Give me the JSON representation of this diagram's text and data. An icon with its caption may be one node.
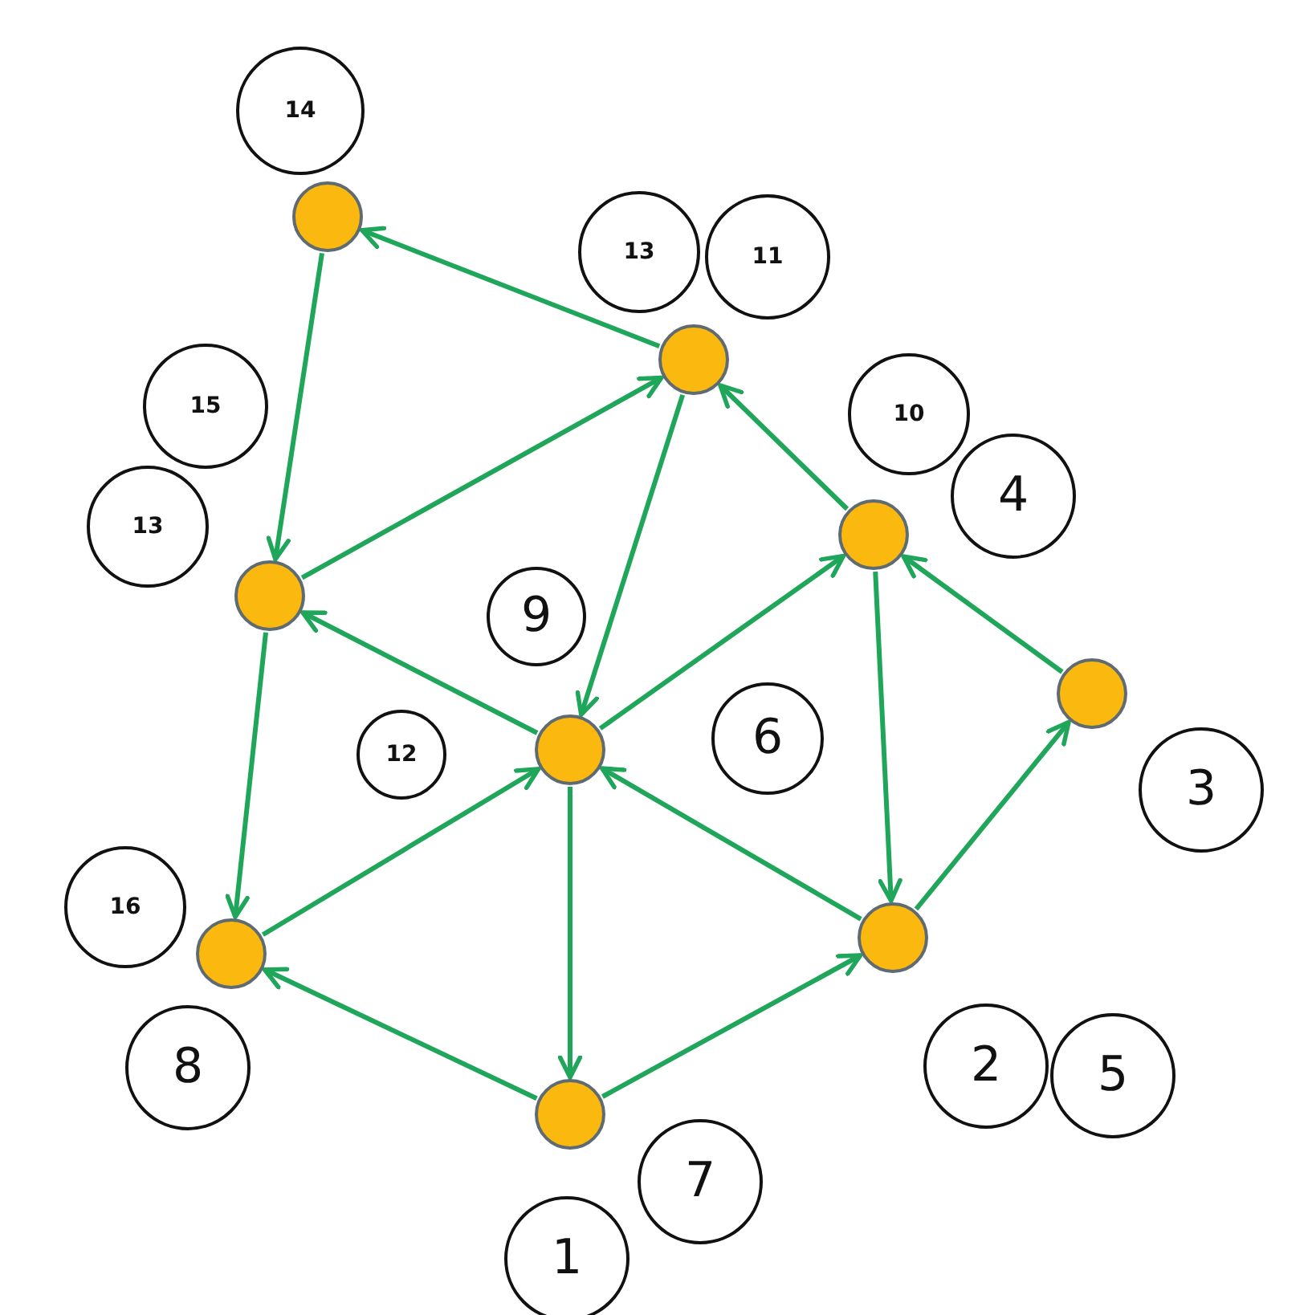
{
  "diagram": {
    "nodes": [
      {
        "text": [],
        "shape": "circle"
      },
      {
        "text": [],
        "shape": "circle"
      },
      {
        "text": [],
        "shape": "circle"
      },
      {
        "text": [],
        "shape": "circle"
      },
      {
        "text": [],
        "shape": "circle"
      },
      {
        "text": [],
        "shape": "circle"
      },
      {
        "text": [],
        "shape": "circle"
      },
      {
        "text": [],
        "shape": "circle"
      },
      {
        "text": [],
        "shape": "circle"
      },
      {
        "text": [
          "14"
        ]
      },
      {
        "text": [
          "13"
        ]
      },
      {
        "text": [
          "11"
        ]
      },
      {
        "text": [
          "15"
        ]
      },
      {
        "text": [
          "13"
        ]
      },
      {
        "text": [
          "10"
        ]
      },
      {
        "text": [
          "4"
        ]
      },
      {
        "text": [
          "9"
        ]
      },
      {
        "text": [
          "12"
        ]
      },
      {
        "text": [
          "6"
        ]
      },
      {
        "text": [
          "3"
        ]
      },
      {
        "text": [
          "16"
        ]
      },
      {
        "text": [
          "8"
        ]
      },
      {
        "text": [
          "2"
        ]
      },
      {
        "text": [
          "5"
        ]
      },
      {
        "text": [
          "7"
        ]
      },
      {
        "text": [
          "1"
        ]
      }
    ],
    "edges": [
      {
        "from": 1,
        "to": 0,
        "arrow": "to"
      },
      {
        "from": 0,
        "to": 2,
        "arrow": "to"
      },
      {
        "from": 2,
        "to": 1,
        "arrow": "to"
      },
      {
        "from": 1,
        "to": 5,
        "arrow": "to"
      },
      {
        "from": 3,
        "to": 1,
        "arrow": "to"
      },
      {
        "from": 5,
        "to": 2,
        "arrow": "to"
      },
      {
        "from": 5,
        "to": 3,
        "arrow": "to"
      },
      {
        "from": 4,
        "to": 3,
        "arrow": "to"
      },
      {
        "from": 3,
        "to": 7,
        "arrow": "to"
      },
      {
        "from": 7,
        "to": 4,
        "arrow": "to"
      },
      {
        "from": 7,
        "to": 5,
        "arrow": "to"
      },
      {
        "from": 2,
        "to": 6,
        "arrow": "to"
      },
      {
        "from": 6,
        "to": 5,
        "arrow": "to"
      },
      {
        "from": 5,
        "to": 8,
        "arrow": "to"
      },
      {
        "from": 8,
        "to": 6,
        "arrow": "to"
      },
      {
        "from": 8,
        "to": 7,
        "arrow": "to"
      }
    ]
  }
}
